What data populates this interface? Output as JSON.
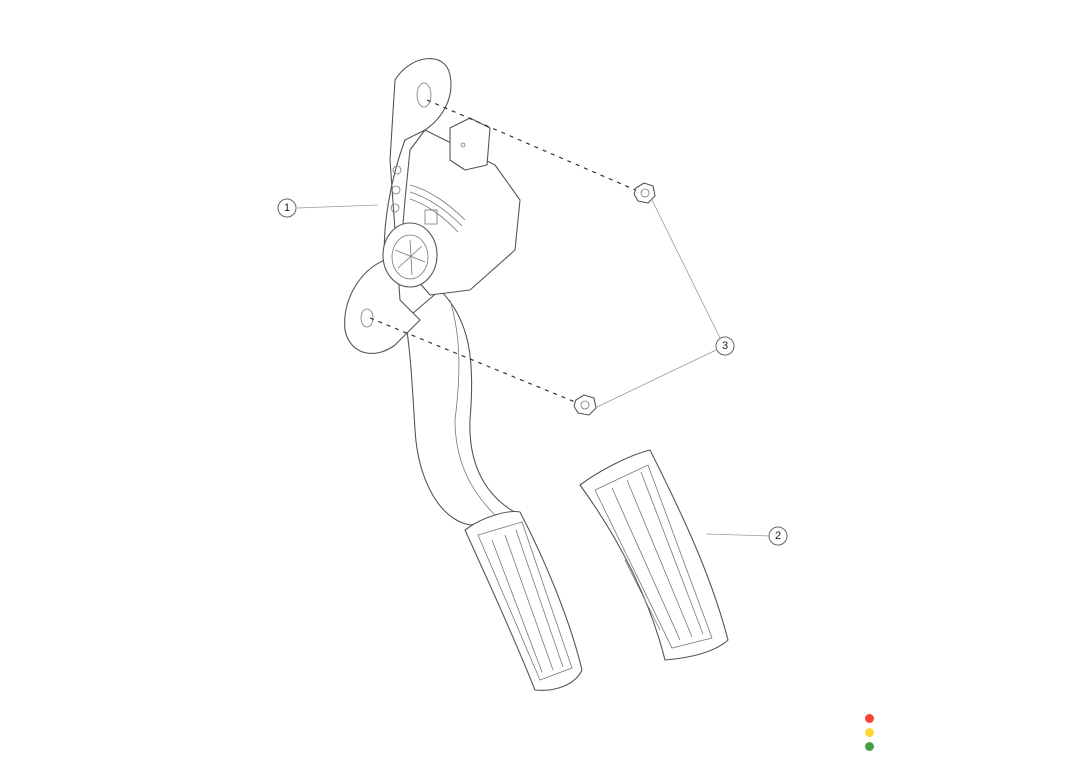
{
  "callouts": [
    {
      "label": "1",
      "part": "accelerator-pedal-module"
    },
    {
      "label": "2",
      "part": "pedal-pad"
    },
    {
      "label": "3",
      "part": "mounting-nut"
    }
  ],
  "status_dots": [
    "#f44336",
    "#fdd835",
    "#43a047"
  ]
}
